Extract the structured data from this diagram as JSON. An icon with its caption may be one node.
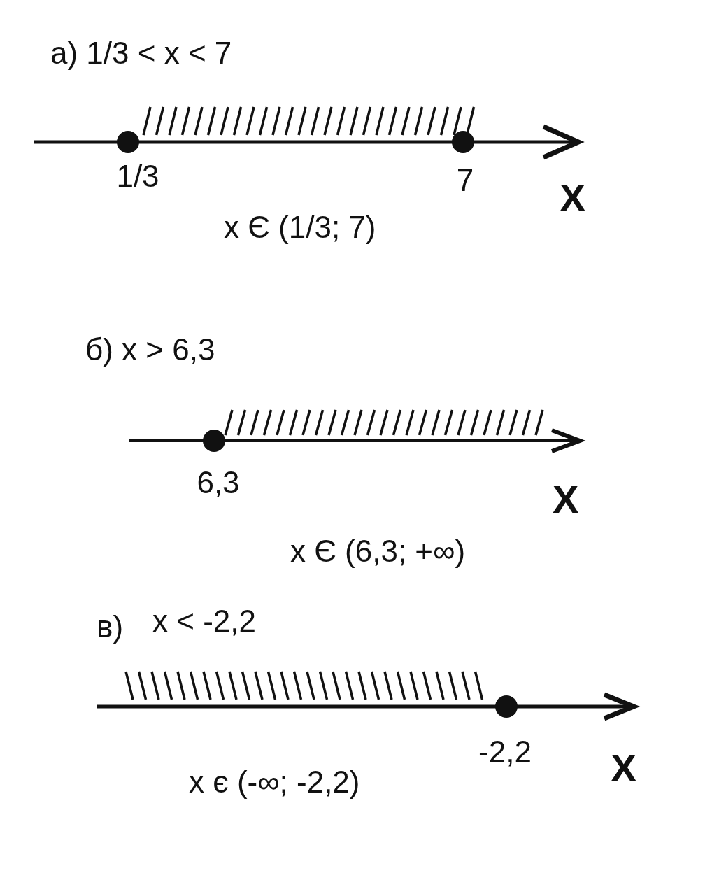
{
  "diagram": {
    "labels": [
      "а) 1/3 < x < 7",
      "1/3",
      "7",
      "X",
      "x Є (1/3; 7)",
      "б) x > 6,3",
      "6,3",
      "X",
      "x Є (6,3; +∞)",
      "в)",
      "x < -2,2",
      "-2,2",
      "X",
      "x є (-∞; -2,2)"
    ]
  }
}
